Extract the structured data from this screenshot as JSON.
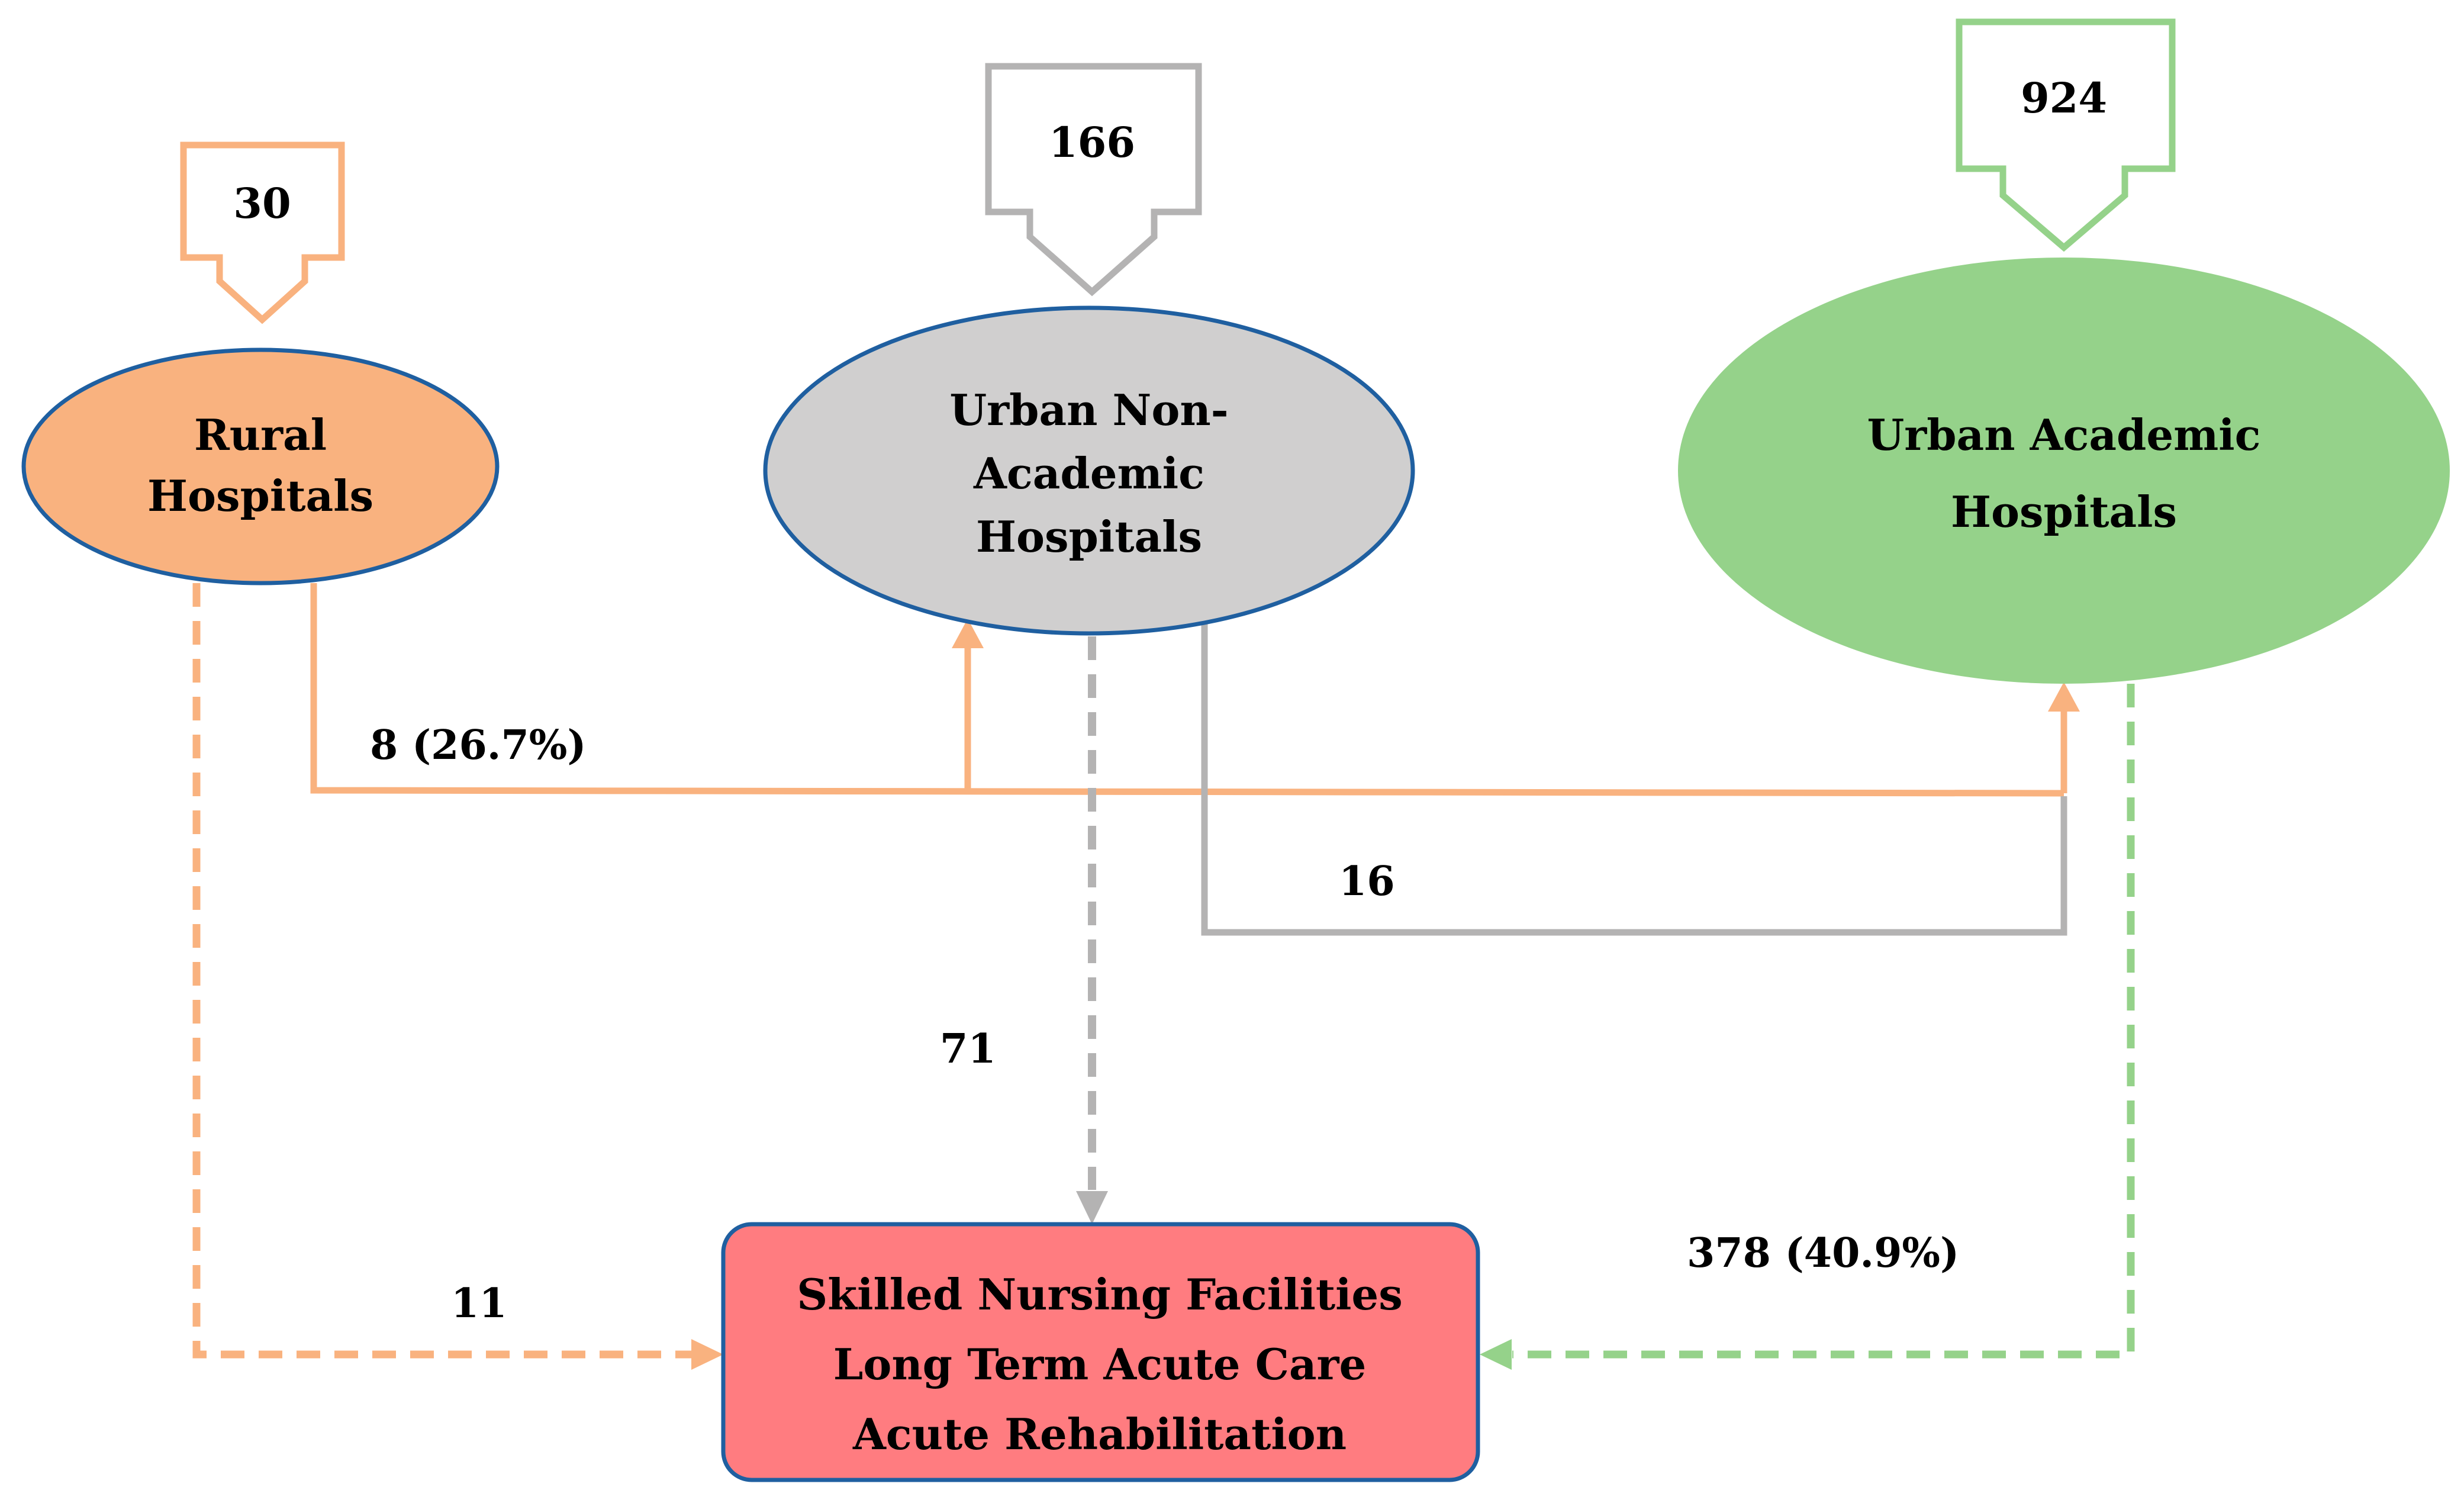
{
  "colors": {
    "rural": "#f9b27f",
    "rural_stroke": "#f9b27f",
    "urban_non_academic": "#d0cfcf",
    "urban_non_academic_arrow": "#b4b3b3",
    "urban_academic": "#95d28a",
    "urban_academic_arrow": "#95d28a",
    "destination": "#ff7c80",
    "node_border": "#1f5fa0",
    "text": "#000000"
  },
  "inputs": {
    "rural": "30",
    "urban_non_academic": "166",
    "urban_academic": "924"
  },
  "nodes": {
    "rural": [
      "Rural",
      "Hospitals"
    ],
    "urban_non_academic": [
      "Urban Non-",
      "Academic",
      "Hospitals"
    ],
    "urban_academic": [
      "Urban Academic",
      "Hospitals"
    ],
    "destination": [
      "Skilled Nursing Facilities",
      "Long Term Acute Care",
      "Acute Rehabilitation"
    ]
  },
  "flows": {
    "rural_to_urban": "8 (26.7%)",
    "non_academic_to_academic": "16",
    "non_academic_to_destination": "71",
    "rural_to_destination": "11",
    "academic_to_destination": "378 (40.9%)"
  }
}
